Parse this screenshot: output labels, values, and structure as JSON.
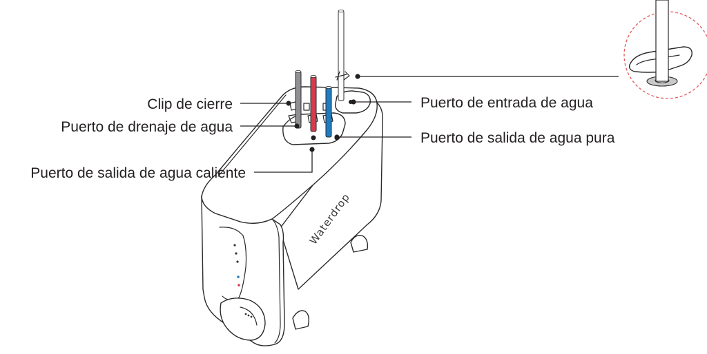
{
  "labels": {
    "clip": "Clip de cierre",
    "drain": "Puerto de drenaje de agua",
    "hot": "Puerto de salida de agua caliente",
    "inlet": "Puerto de entrada de agua",
    "pure": "Puerto de salida de agua pura"
  },
  "brand": "Waterdrop",
  "colors": {
    "ink": "#231f20",
    "drain_tube": "#8e8e93",
    "hot_tube": "#d93a4f",
    "pure_tube": "#1f7cc0",
    "detail_circle": "#e05a5a"
  }
}
